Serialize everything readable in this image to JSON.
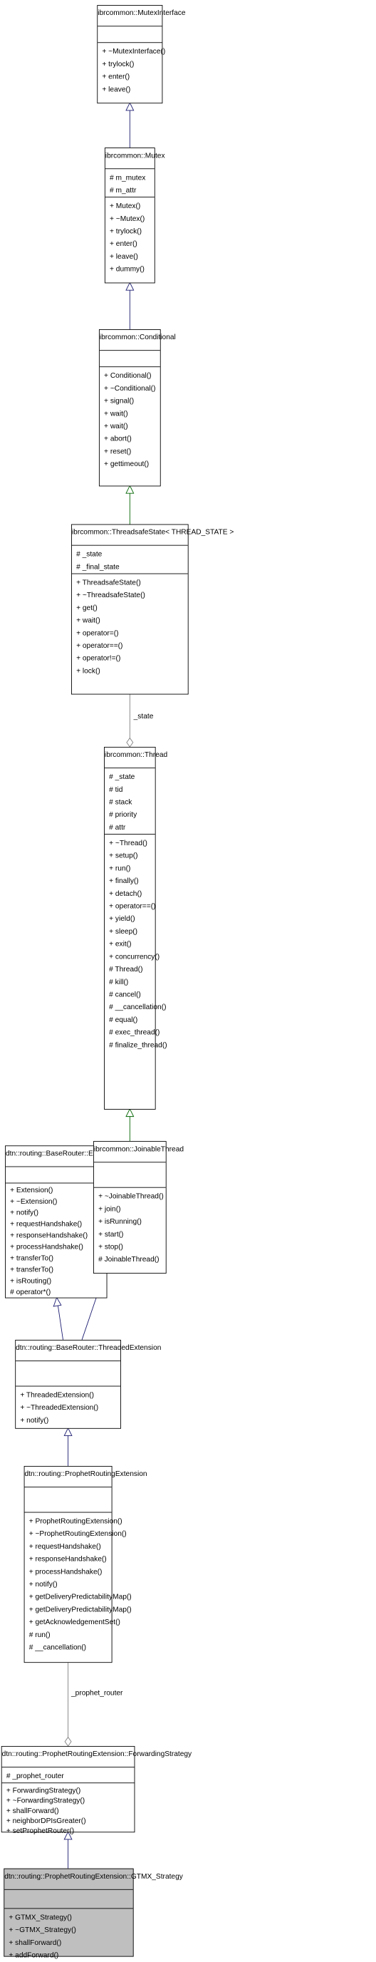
{
  "classes": {
    "mutex_interface": {
      "name": "ibrcommon::MutexInterface",
      "attributes": [],
      "methods": [
        "+ ~MutexInterface()",
        "+ trylock()",
        "+ enter()",
        "+ leave()"
      ]
    },
    "mutex": {
      "name": "ibrcommon::Mutex",
      "attributes": [
        "# m_mutex",
        "# m_attr"
      ],
      "methods": [
        "+ Mutex()",
        "+ ~Mutex()",
        "+ trylock()",
        "+ enter()",
        "+ leave()",
        "+ dummy()"
      ]
    },
    "conditional": {
      "name": "ibrcommon::Conditional",
      "attributes": [],
      "methods": [
        "+ Conditional()",
        "+ ~Conditional()",
        "+ signal()",
        "+ wait()",
        "+ wait()",
        "+ abort()",
        "+ reset()",
        "+ gettimeout()"
      ]
    },
    "threadsafe_state": {
      "name": "ibrcommon::ThreadsafeState< THREAD_STATE >",
      "attributes": [
        "# _state",
        "# _final_state"
      ],
      "methods": [
        "+ ThreadsafeState()",
        "+ ~ThreadsafeState()",
        "+ get()",
        "+ wait()",
        "+ operator=()",
        "+ operator==()",
        "+ operator!=()",
        "+ lock()"
      ]
    },
    "thread": {
      "name": "ibrcommon::Thread",
      "attributes": [
        "# _state",
        "# tid",
        "# stack",
        "# priority",
        "# attr"
      ],
      "methods": [
        "+ ~Thread()",
        "+ setup()",
        "+ run()",
        "+ finally()",
        "+ detach()",
        "+ operator==()",
        "+ yield()",
        "+ sleep()",
        "+ exit()",
        "+ concurrency()",
        "# Thread()",
        "# kill()",
        "# cancel()",
        "# __cancellation()",
        "# equal()",
        "# exec_thread()",
        "# finalize_thread()"
      ]
    },
    "extension": {
      "name": "dtn::routing::BaseRouter::Extension",
      "attributes": [],
      "methods": [
        "+ Extension()",
        "+ ~Extension()",
        "+ notify()",
        "+ requestHandshake()",
        "+ responseHandshake()",
        "+ processHandshake()",
        "+ transferTo()",
        "+ transferTo()",
        "+ isRouting()",
        "# operator*()"
      ]
    },
    "joinable_thread": {
      "name": "ibrcommon::JoinableThread",
      "attributes": [],
      "methods": [
        "+ ~JoinableThread()",
        "+ join()",
        "+ isRunning()",
        "+ start()",
        "+ stop()",
        "# JoinableThread()"
      ]
    },
    "threaded_extension": {
      "name": "dtn::routing::BaseRouter::ThreadedExtension",
      "attributes": [],
      "methods": [
        "+ ThreadedExtension()",
        "+ ~ThreadedExtension()",
        "+ notify()"
      ]
    },
    "prophet_routing_extension": {
      "name": "dtn::routing::ProphetRoutingExtension",
      "attributes": [],
      "methods": [
        "+ ProphetRoutingExtension()",
        "+ ~ProphetRoutingExtension()",
        "+ requestHandshake()",
        "+ responseHandshake()",
        "+ processHandshake()",
        "+ notify()",
        "+ getDeliveryPredictabilityMap()",
        "+ getDeliveryPredictabilityMap()",
        "+ getAcknowledgementSet()",
        "# run()",
        "# __cancellation()"
      ]
    },
    "forwarding_strategy": {
      "name": "dtn::routing::ProphetRoutingExtension::ForwardingStrategy",
      "attributes": [
        "# _prophet_router"
      ],
      "methods": [
        "+ ForwardingStrategy()",
        "+ ~ForwardingStrategy()",
        "+ shallForward()",
        "+ neighborDPIsGreater()",
        "+ setProphetRouter()"
      ]
    },
    "gtmx_strategy": {
      "name": "dtn::routing::ProphetRoutingExtension::GTMX_Strategy",
      "attributes": [],
      "methods": [
        "+ GTMX_Strategy()",
        "+ ~GTMX_Strategy()",
        "+ shallForward()",
        "+ addForward()"
      ]
    }
  },
  "edge_labels": {
    "state": "_state",
    "prophet_router": "_prophet_router"
  },
  "colors": {
    "inheritance_public": "#191970",
    "inheritance_template": "#006400",
    "highlight_fill": "#bfbfbf"
  }
}
